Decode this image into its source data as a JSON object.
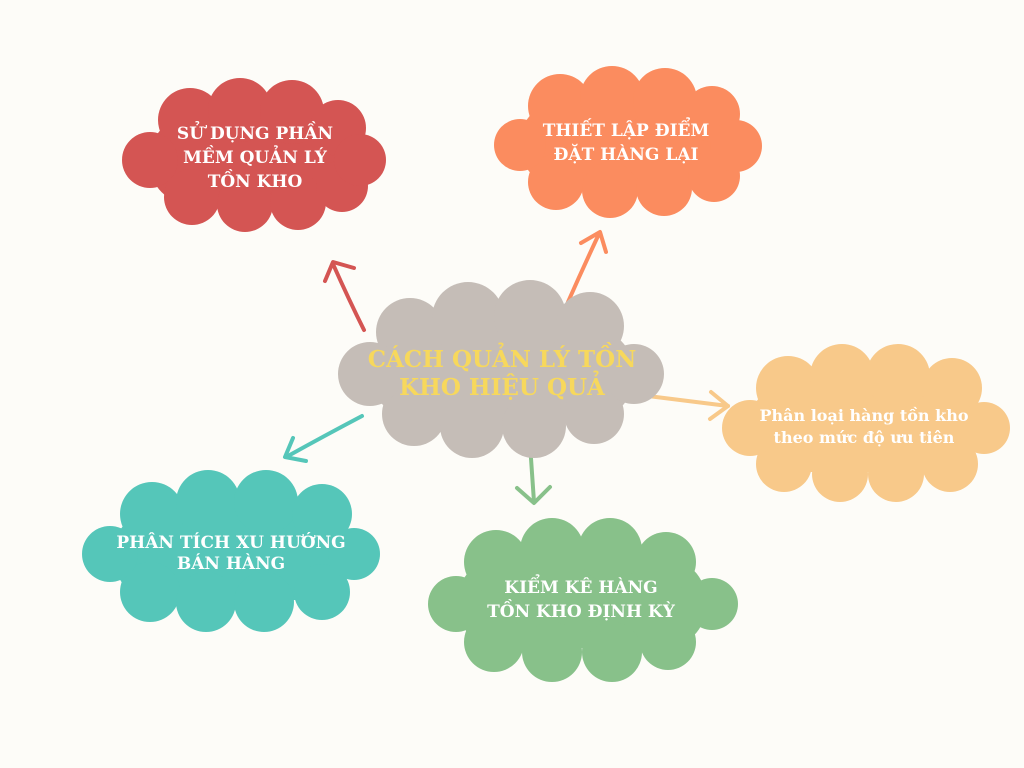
{
  "colors": {
    "background": "#fdfcf8",
    "center": "#c5bdb7",
    "center_text": "#f7d85c",
    "node_text": "#ffffff",
    "red": "#d45553",
    "orange": "#fb8c5f",
    "peach": "#f8c98a",
    "green": "#88c18a",
    "teal": "#55c6b9"
  },
  "diagram": {
    "center": {
      "line1": "CÁCH QUẢN LÝ TỒN",
      "line2": "KHO HIỆU QUẢ"
    },
    "nodes": [
      {
        "id": "inventory-software",
        "line1": "SỬ DỤNG PHẦN",
        "line2": "MỀM QUẢN LÝ",
        "line3": "TỒN KHO",
        "color": "#d45553"
      },
      {
        "id": "reorder-point",
        "line1": "THIẾT LẬP ĐIỂM",
        "line2": "ĐẶT HÀNG LẠI",
        "color": "#fb8c5f"
      },
      {
        "id": "priority-classification",
        "line1": "Phân loại hàng tồn kho",
        "line2": "theo mức độ ưu tiên",
        "color": "#f8c98a"
      },
      {
        "id": "periodic-stocktake",
        "line1": "KIỂM KÊ HÀNG",
        "line2": "TỒN KHO ĐỊNH KỲ",
        "color": "#88c18a"
      },
      {
        "id": "sales-trend",
        "line1": "PHÂN TÍCH XU HƯỚNG",
        "line2": "BÁN HÀNG",
        "color": "#55c6b9"
      }
    ]
  }
}
